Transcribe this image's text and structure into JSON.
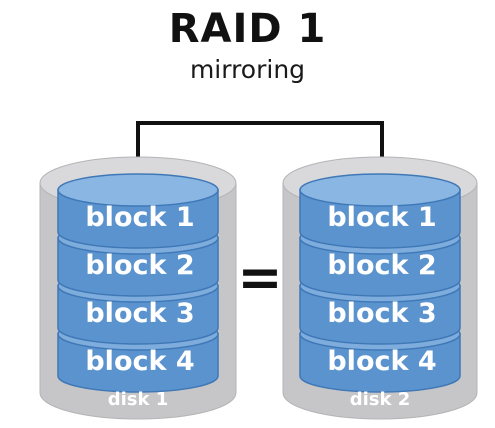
{
  "title": "RAID 1",
  "subtitle": "mirroring",
  "operator": "=",
  "disks": [
    {
      "label": "disk 1",
      "blocks": [
        "block 1",
        "block 2",
        "block 3",
        "block 4"
      ]
    },
    {
      "label": "disk 2",
      "blocks": [
        "block 1",
        "block 2",
        "block 3",
        "block 4"
      ]
    }
  ],
  "colors": {
    "block_fill": "#5b93cf",
    "block_top": "#8ab6e3",
    "block_edge": "#3f78b6",
    "disk_fill": "#c6c6c8",
    "disk_top": "#d9d9db",
    "connector": "#111111"
  }
}
